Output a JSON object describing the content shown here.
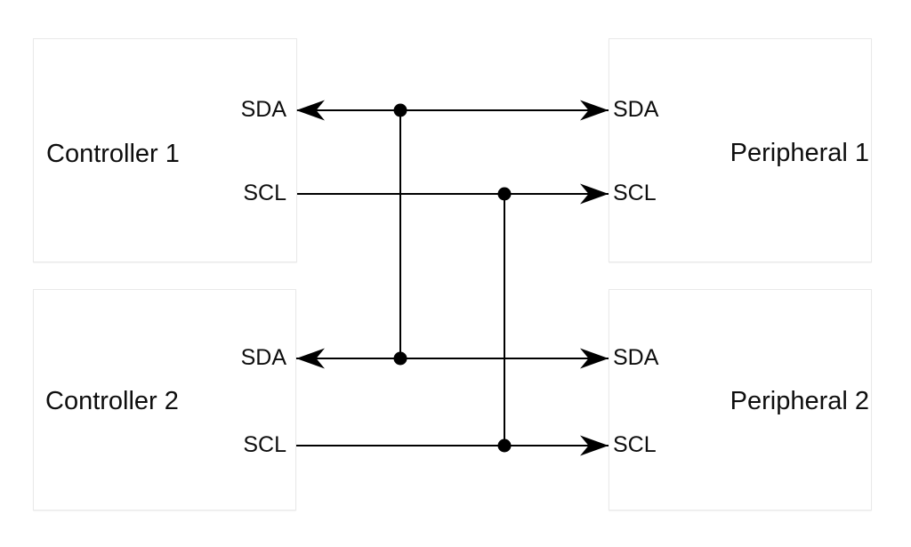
{
  "diagram": {
    "kind": "i2c-bus-wiring-diagram",
    "colors": {
      "background": "#ffffff",
      "wire": "#000000",
      "junction_dot": "#000000",
      "box_border": "#e9e9e9",
      "box_fill": "#ffffff",
      "text": "#0e0e0e"
    },
    "blocks": {
      "controller1": {
        "label": "Controller 1",
        "pins": {
          "sda": "SDA",
          "scl": "SCL"
        }
      },
      "peripheral1": {
        "label": "Peripheral 1",
        "pins": {
          "sda": "SDA",
          "scl": "SCL"
        }
      },
      "controller2": {
        "label": "Controller 2",
        "pins": {
          "sda": "SDA",
          "scl": "SCL"
        }
      },
      "peripheral2": {
        "label": "Peripheral 2",
        "pins": {
          "sda": "SDA",
          "scl": "SCL"
        }
      }
    }
  }
}
